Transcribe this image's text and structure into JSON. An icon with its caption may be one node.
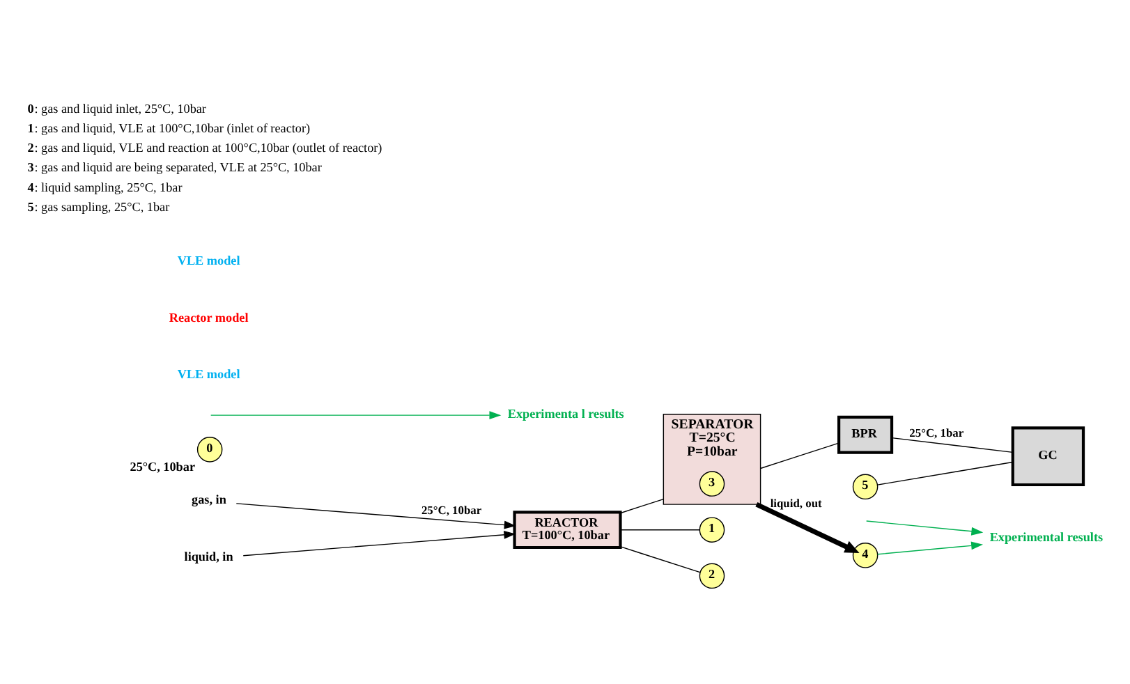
{
  "diagram": {
    "nodes": [
      {
        "text": [
          "gas, in"
        ]
      },
      {
        "text": [
          "liquid, in"
        ]
      },
      {
        "text": [
          "REACTOR",
          "T=100°C, 10bar"
        ]
      },
      {
        "text": [
          "SEPARATOR",
          "T=25°C",
          "P=10bar"
        ]
      },
      {
        "text": [
          "BPR"
        ]
      },
      {
        "text": [
          "GC"
        ]
      },
      {
        "text": [
          "0"
        ],
        "beside": [
          "25°C, 10bar"
        ]
      },
      {
        "text": [
          "1"
        ]
      },
      {
        "text": [
          "2"
        ]
      },
      {
        "text": [
          "3"
        ],
        "in": 3
      },
      {
        "text": [
          "4"
        ]
      },
      {
        "text": [
          "5"
        ]
      },
      {
        "text": [
          "Experimenta l results"
        ]
      },
      {
        "text": [
          "Experimental results"
        ]
      }
    ],
    "edges": [
      {
        "from": 0,
        "to": 2,
        "arrow": "to",
        "label": "25°C, 10bar"
      },
      {
        "from": 1,
        "to": 2,
        "arrow": "to"
      },
      {
        "from": 2,
        "to": 3,
        "arrow": "none"
      },
      {
        "from": 3,
        "to": 4,
        "arrow": "none"
      },
      {
        "from": 4,
        "to": 5,
        "arrow": "none",
        "label": "25°C, 1bar"
      },
      {
        "from": 2,
        "to": 7,
        "arrow": "none"
      },
      {
        "from": 2,
        "to": 8,
        "arrow": "none"
      },
      {
        "from": 3,
        "to": 10,
        "arrow": "to",
        "label": "liquid, out",
        "style": "thick"
      },
      {
        "from": 10,
        "to": 13,
        "arrow": "to",
        "color": "#00b050"
      },
      {
        "from": null,
        "to": 12,
        "arrow": "to",
        "color": "#00b050"
      },
      {
        "from": null,
        "to": 13,
        "arrow": "to",
        "color": "#00b050"
      },
      {
        "from": 11,
        "to": 5,
        "arrow": "none"
      }
    ],
    "labels": [
      "VLE model",
      "Reactor model",
      "VLE model",
      "**0**: gas and liquid inlet, 25°C, 10bar",
      "**1**: gas and liquid, VLE at 100°C,10bar (inlet of reactor)",
      "**2**: gas and liquid, VLE and reaction at 100°C,10bar (outlet of reactor)",
      "**3**: gas and liquid are being separated, VLE at 25°C, 10bar",
      "**4**: liquid sampling, 25°C, 1bar",
      "**5**: gas sampling, 25°C, 1bar"
    ]
  }
}
